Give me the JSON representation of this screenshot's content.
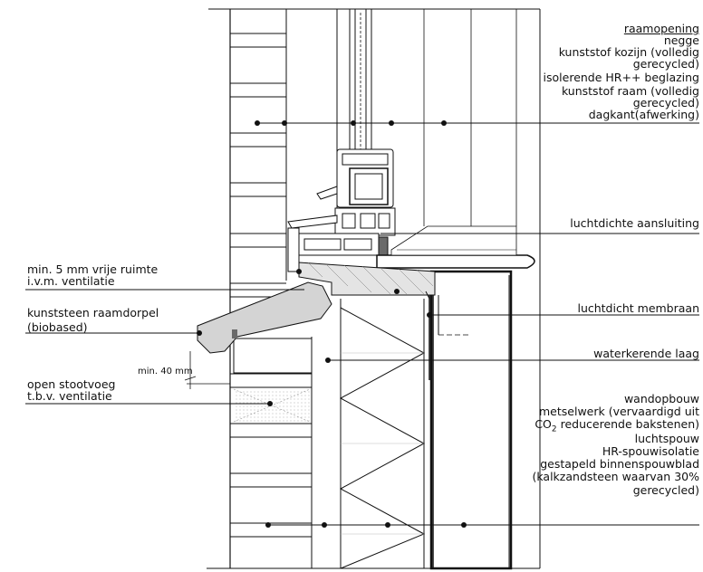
{
  "labels": {
    "raamopening": "raamopening",
    "negge": "negge",
    "kozijn_1": "kunststof kozijn (volledig",
    "kozijn_2": "gerecycled)",
    "beglazing": "isolerende HR++ beglazing",
    "raam_1": "kunststof raam (volledig",
    "raam_2": "gerecycled)",
    "dagkant": "dagkant(afwerking)",
    "luchtdichte_aansluiting": "luchtdichte aansluiting",
    "vrije_ruimte_1": "min. 5 mm vrije ruimte",
    "vrije_ruimte_2": "i.v.m. ventilatie",
    "raamdorpel_1": "kunststeen raamdorpel",
    "raamdorpel_2": "(biobased)",
    "luchtdicht_membraan": "luchtdicht membraan",
    "min_40mm": "min. 40 mm",
    "waterkerende_laag": "waterkerende laag",
    "stootvoeg_1": "open stootvoeg",
    "stootvoeg_2": "t.b.v. ventilatie",
    "wandopbouw": "wandopbouw",
    "metselwerk_1": "metselwerk (vervaardigd uit",
    "metselwerk_2_prefix": "CO",
    "metselwerk_2_sub": "2",
    "metselwerk_2_suffix": " reducerende bakstenen)",
    "luchtspouw": "luchtspouw",
    "spouwisolatie": "HR-spouwisolatie",
    "binnenspouwblad": "gestapeld binnenspouwblad",
    "kalkzandsteen_1": "(kalkzandsteen waarvan 30%",
    "kalkzandsteen_2": "gerecycled)"
  },
  "colors": {
    "line": "#111111",
    "hatch_light": "#d9d9d9",
    "sill_fill": "#cfcfcf",
    "gasket": "#6a6a6a"
  }
}
